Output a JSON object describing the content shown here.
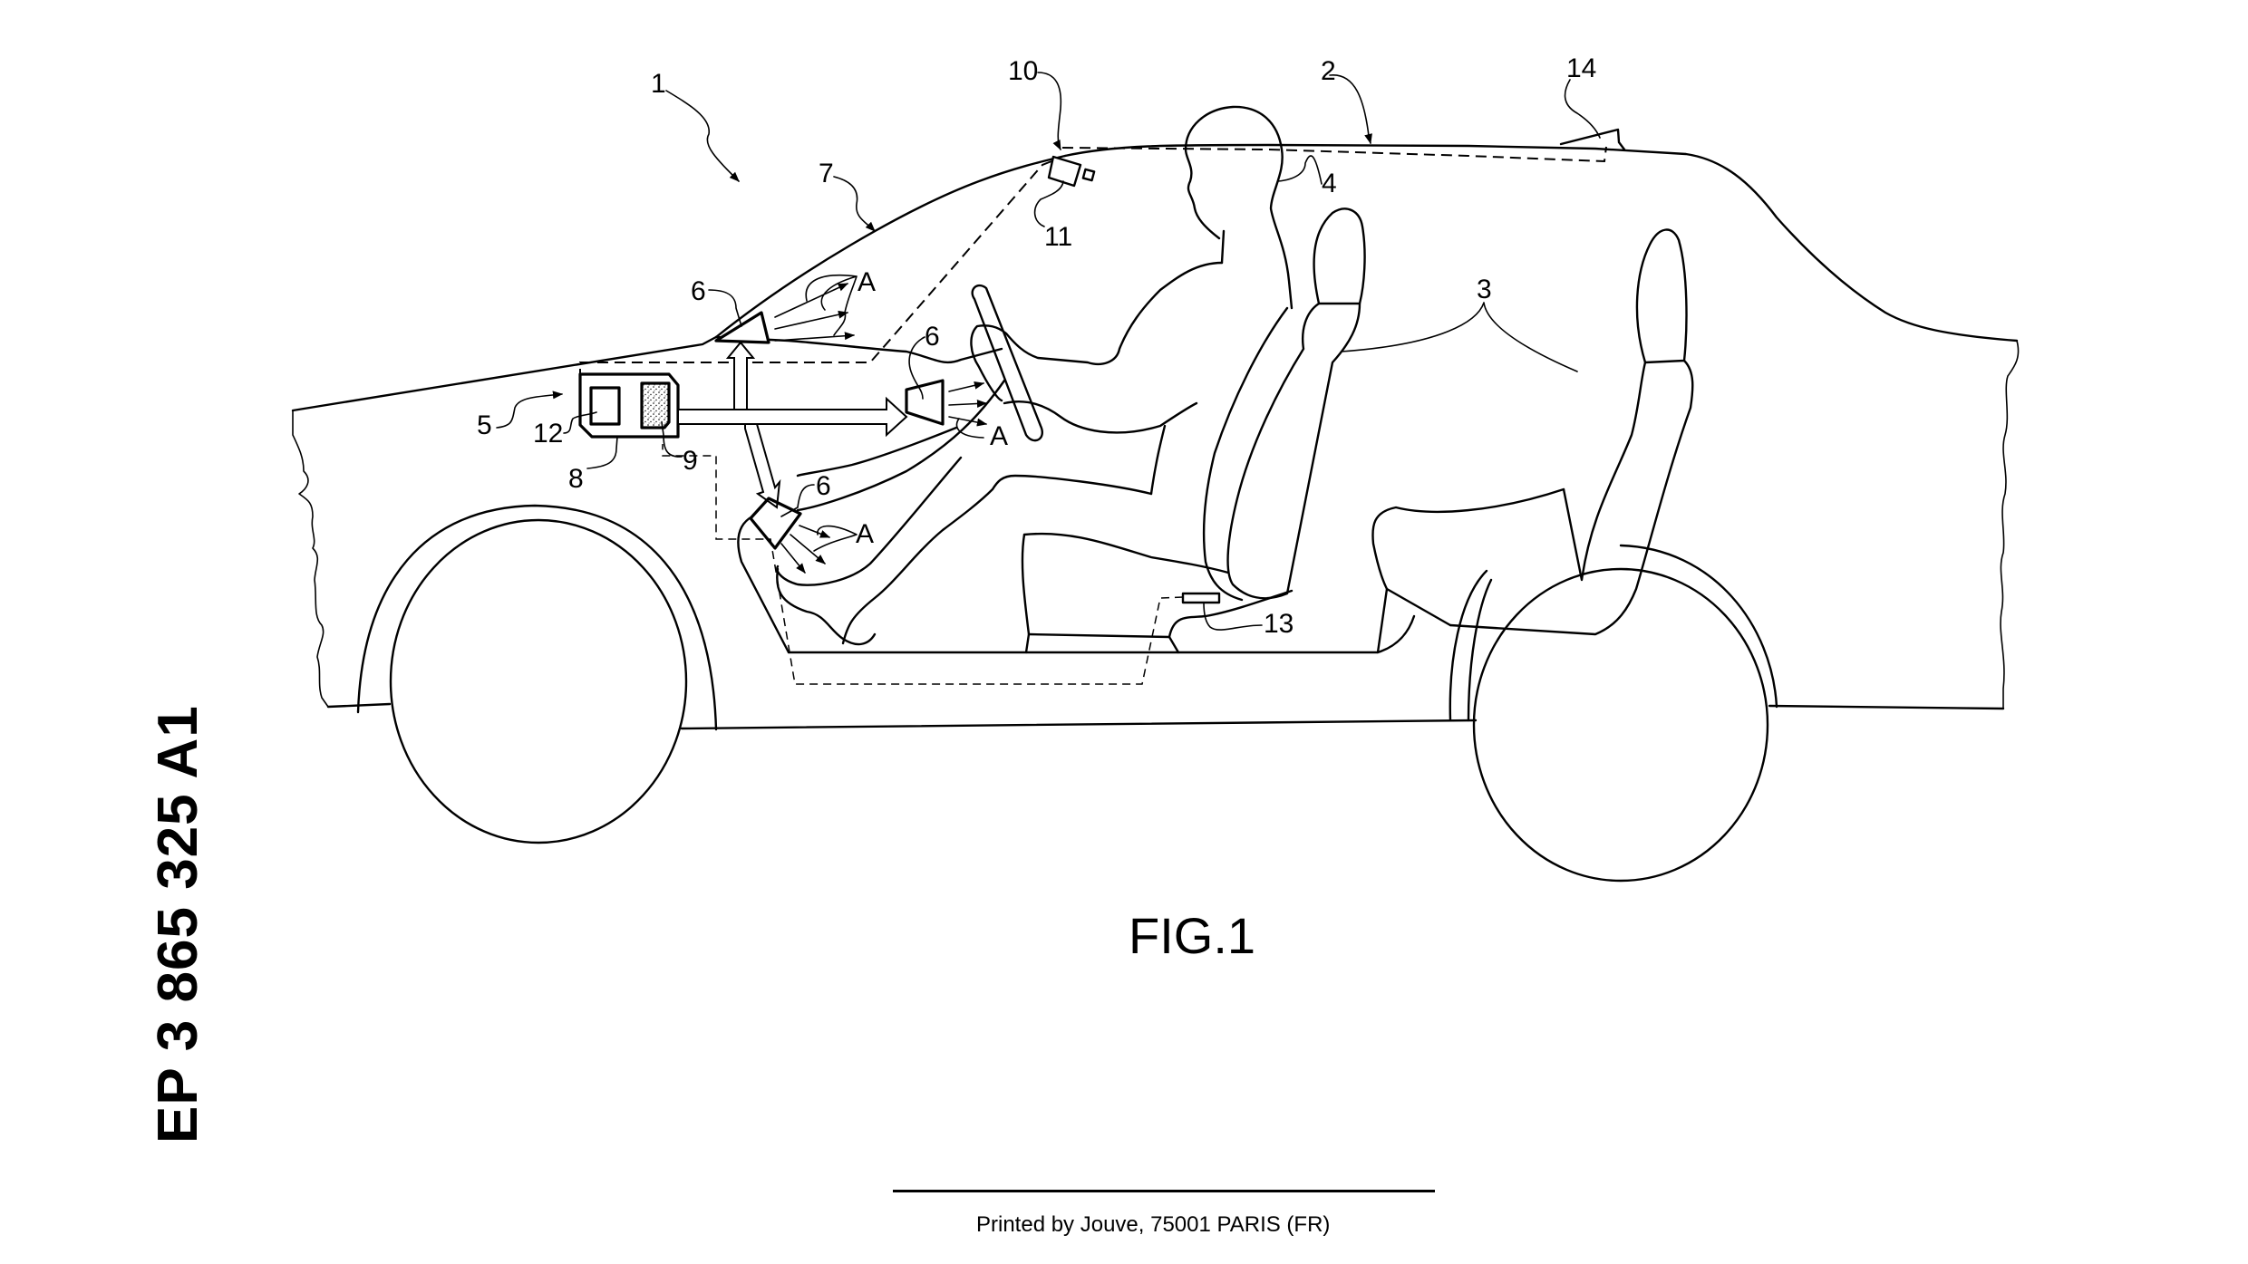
{
  "document": {
    "publication_number": "EP 3 865 325 A1",
    "figure_title": "FIG.1",
    "printer_line": "Printed by Jouve, 75001 PARIS (FR)"
  },
  "figure": {
    "reference_labels": {
      "vehicle": "1",
      "roof": "2",
      "seats": "3",
      "occupant": "4",
      "system": "5",
      "projector_windshield": "6",
      "projector_steering": "6",
      "projector_footwell": "6",
      "windshield": "7",
      "control_unit": "8",
      "memory": "9",
      "camera_mount": "10",
      "camera": "11",
      "processor": "12",
      "seat_sensor": "13",
      "antenna": "14",
      "area_windshield": "A",
      "area_steering": "A",
      "area_footwell": "A"
    }
  },
  "colors": {
    "ink": "#000000",
    "paper": "#ffffff"
  }
}
